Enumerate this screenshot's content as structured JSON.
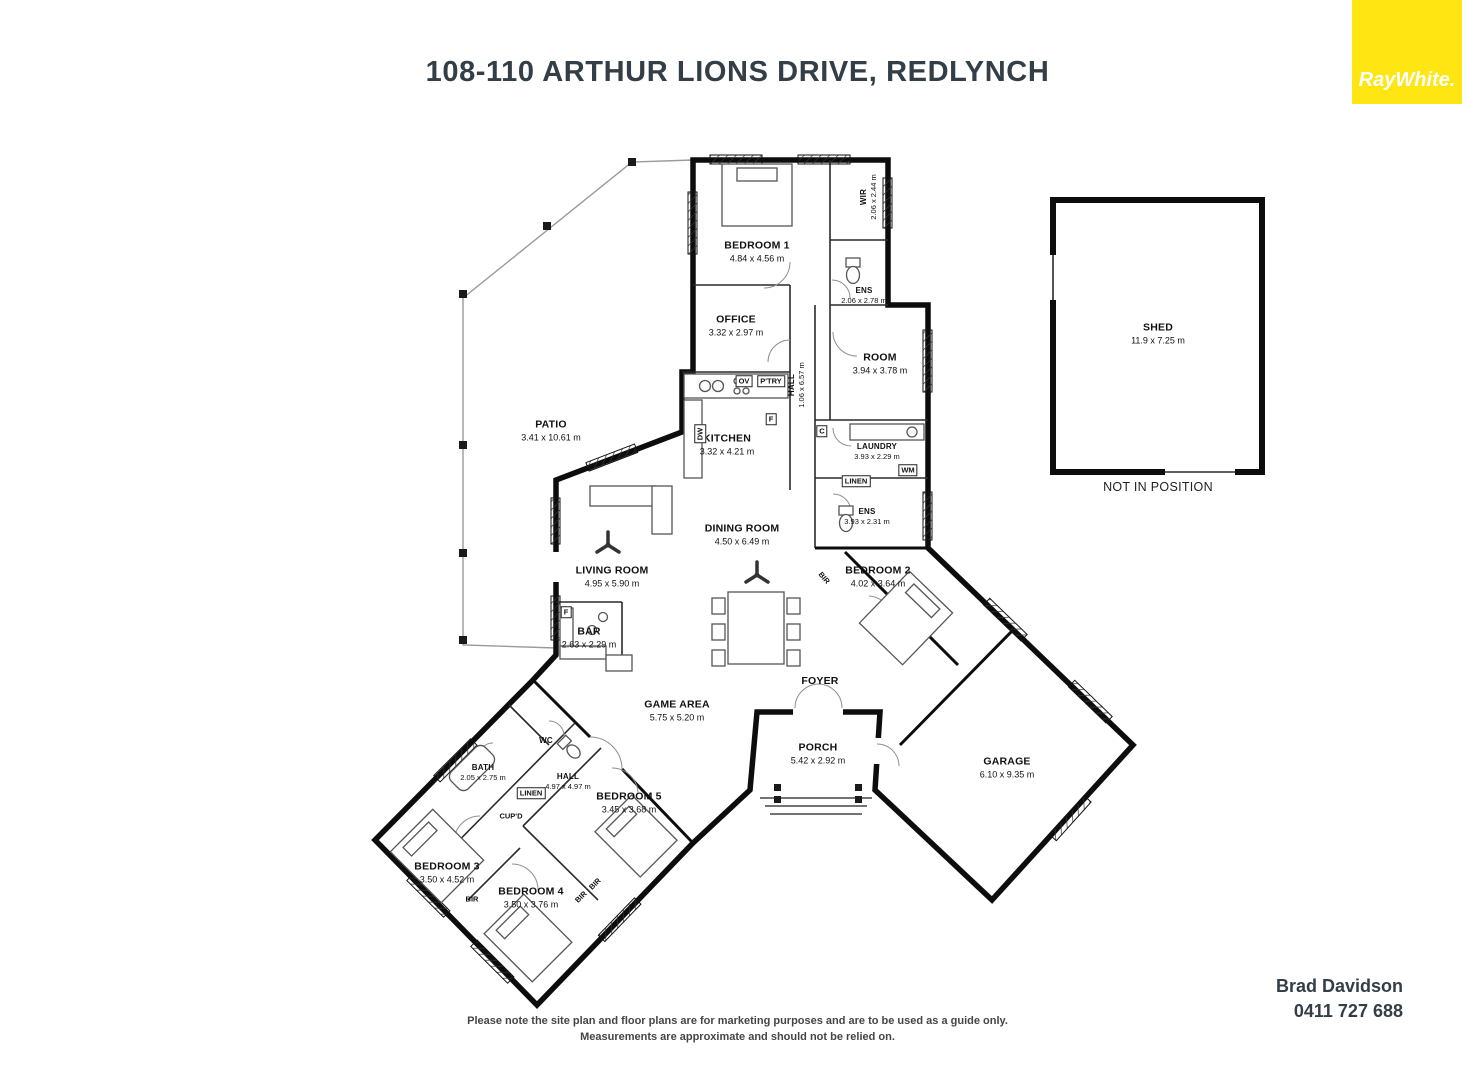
{
  "header": {
    "title": "108-110 ARTHUR LIONS DRIVE, REDLYNCH"
  },
  "brand": {
    "name": "RayWhite.",
    "bg": "#ffe512"
  },
  "rooms": [
    {
      "name": "BEDROOM 1",
      "dims": "4.84 x 4.56 m"
    },
    {
      "name": "WIR",
      "dims": "2.06 x 2.44 m"
    },
    {
      "name": "ENS",
      "dims": "2.06 x 2.78 m"
    },
    {
      "name": "OFFICE",
      "dims": "3.32 x 2.97 m"
    },
    {
      "name": "HALL",
      "dims": "1.06 x 6.57 m"
    },
    {
      "name": "ROOM",
      "dims": "3.94 x 3.78 m"
    },
    {
      "name": "KITCHEN",
      "dims": "3.32 x 4.21 m"
    },
    {
      "name": "LAUNDRY",
      "dims": "3.93 x 2.29 m"
    },
    {
      "name": "ENS",
      "dims": "3.93 x 2.31 m"
    },
    {
      "name": "PATIO",
      "dims": "3.41 x 10.61 m"
    },
    {
      "name": "DINING ROOM",
      "dims": "4.50 x 6.49 m"
    },
    {
      "name": "LIVING ROOM",
      "dims": "4.95 x 5.90 m"
    },
    {
      "name": "BAR",
      "dims": "2.63 x 2.29 m"
    },
    {
      "name": "BEDROOM 2",
      "dims": "4.02 x 3.64 m"
    },
    {
      "name": "GAME AREA",
      "dims": "5.75 x 5.20 m"
    },
    {
      "name": "FOYER"
    },
    {
      "name": "PORCH",
      "dims": "5.42 x 2.92 m"
    },
    {
      "name": "GARAGE",
      "dims": "6.10 x 9.35 m"
    },
    {
      "name": "WC"
    },
    {
      "name": "BATH",
      "dims": "2.05 x 2.75 m"
    },
    {
      "name": "HALL",
      "dims": "4.97 x 4.97 m"
    },
    {
      "name": "BEDROOM 5",
      "dims": "3.45 x 3.68 m"
    },
    {
      "name": "BEDROOM 3",
      "dims": "3.50 x 4.52 m"
    },
    {
      "name": "BEDROOM 4",
      "dims": "3.50 x 3.76 m"
    }
  ],
  "fixtures": [
    {
      "label": "OV"
    },
    {
      "label": "P'TRY"
    },
    {
      "label": "F"
    },
    {
      "label": "C"
    },
    {
      "label": "DW"
    },
    {
      "label": "WM"
    },
    {
      "label": "LINEN"
    },
    {
      "label": "LINEN"
    },
    {
      "label": "CUP'D"
    },
    {
      "label": "BIR"
    },
    {
      "label": "BIR"
    },
    {
      "label": "BIR"
    },
    {
      "label": "BIR"
    },
    {
      "label": "F"
    }
  ],
  "shed": {
    "name": "SHED",
    "dims": "11.9 x 7.25 m",
    "caption": "NOT IN POSITION"
  },
  "agent": {
    "name": "Brad Davidson",
    "phone": "0411 727 688"
  },
  "disclaimer": {
    "line1": "Please note the site plan and floor plans are for marketing purposes and are to be used as a guide only.",
    "line2": "Measurements are approximate and should not be relied on."
  }
}
